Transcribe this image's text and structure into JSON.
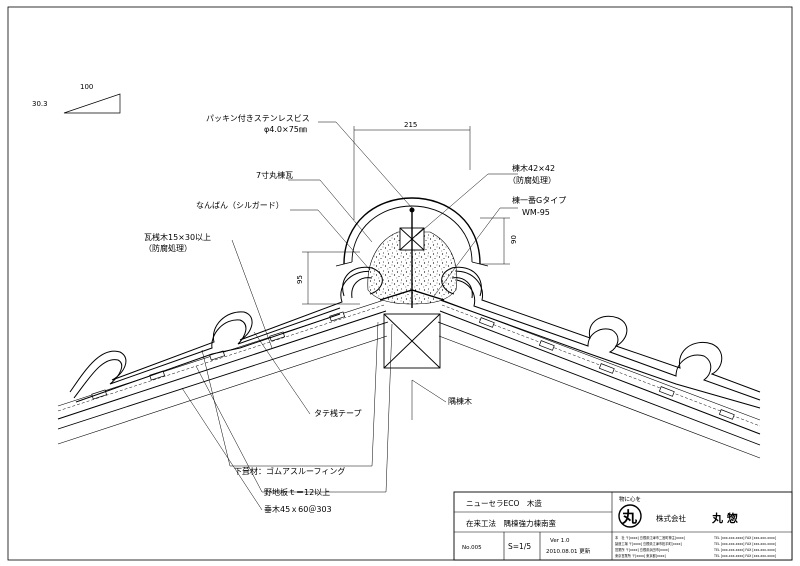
{
  "slope": {
    "run": "100",
    "rise": "30.3"
  },
  "dimensions": {
    "width": "215",
    "right_height": "90",
    "left_height": "95"
  },
  "labels": {
    "screw": "パッキン付きステンレスビス",
    "screw_size": "φ4.0×75㎜",
    "ridge_tile": "7寸丸棟瓦",
    "nanban": "なんばん（シルガード）",
    "batten": "瓦桟木15×30以上",
    "batten_note": "（防腐処理）",
    "ridge_wood": "棟木42×42",
    "ridge_wood_note": "（防腐処理）",
    "ridge_g_type": "棟一番Gタイプ",
    "wm95": "WM-95",
    "tate_tape": "タテ桟テープ",
    "hip_beam": "隅棟木",
    "underlay": "下葺材：ゴムアスルーフィング",
    "sheathing": "野地板ｔ＝12以上",
    "rafter": "垂木45ｘ60＠303"
  },
  "title_block": {
    "product": "ニューセラECO　木造",
    "method": "在来工法　隅棟強力棟南蛮",
    "number": "No.005",
    "scale": "S=1/5",
    "version": "Ver 1.0",
    "date": "2010.08.01 更新",
    "motto": "物に心を",
    "logo_char": "丸",
    "company_prefix": "株式会社",
    "company_name": "丸 惣",
    "addresses": [
      "本　社 〒[xxxx] 島根県江津市二宮町神主[xxxx]",
      "製造工場 〒[xxxx] 島根県江津市松平町[xxxx]",
      "営業所 〒[xxxx] 島根県浜田市[xxxx]",
      "東京営業所 〒[xxxx] 東京都[xxxx]"
    ],
    "phones": [
      "TEL [xxx-xxx-xxxx] FAX [xxx-xxx-xxxx]",
      "TEL [xxx-xxx-xxxx] FAX [xxx-xxx-xxxx]",
      "TEL [xxx-xxx-xxxx] FAX [xxx-xxx-xxxx]",
      "TEL [xxx-xxx-xxxx] FAX [xxx-xxx-xxxx]"
    ]
  }
}
